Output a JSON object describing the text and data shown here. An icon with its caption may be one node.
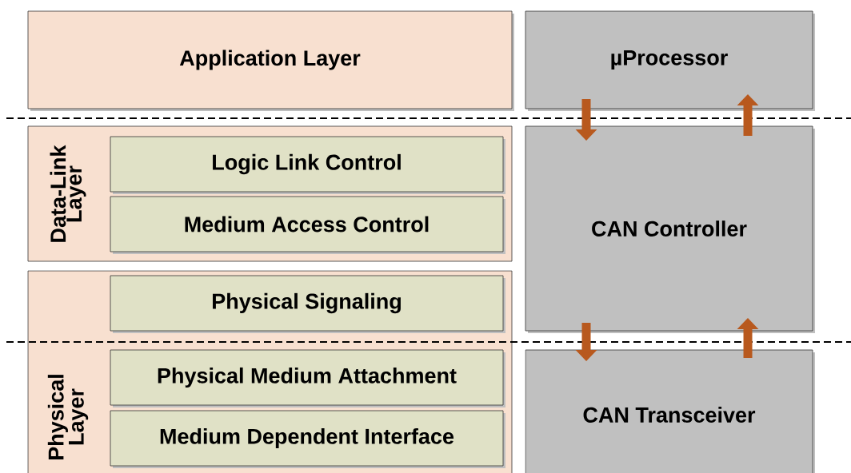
{
  "diagram": {
    "nodes": [
      {
        "text": [
          "Application Layer"
        ]
      },
      {
        "text": [
          "µProcessor"
        ]
      },
      {
        "text": [
          "Data-Link Layer"
        ]
      },
      {
        "text": [
          "Logic Link Control"
        ],
        "in": 2
      },
      {
        "text": [
          "Medium Access Control"
        ],
        "in": 2
      },
      {
        "text": [
          "CAN Controller"
        ]
      },
      {
        "text": [
          "Physical Layer"
        ]
      },
      {
        "text": [
          "Physical Signaling"
        ],
        "in": 6
      },
      {
        "text": [
          "Physical Medium Attachment"
        ],
        "in": 6
      },
      {
        "text": [
          "Medium Dependent Interface"
        ],
        "in": 6
      },
      {
        "text": [
          "CAN Transceiver"
        ]
      }
    ],
    "edges": [
      {
        "from": 1,
        "to": 5,
        "arrow": "to"
      },
      {
        "from": 5,
        "to": 1,
        "arrow": "to"
      },
      {
        "from": 5,
        "to": 10,
        "arrow": "to"
      },
      {
        "from": 10,
        "to": 5,
        "arrow": "to"
      }
    ]
  }
}
